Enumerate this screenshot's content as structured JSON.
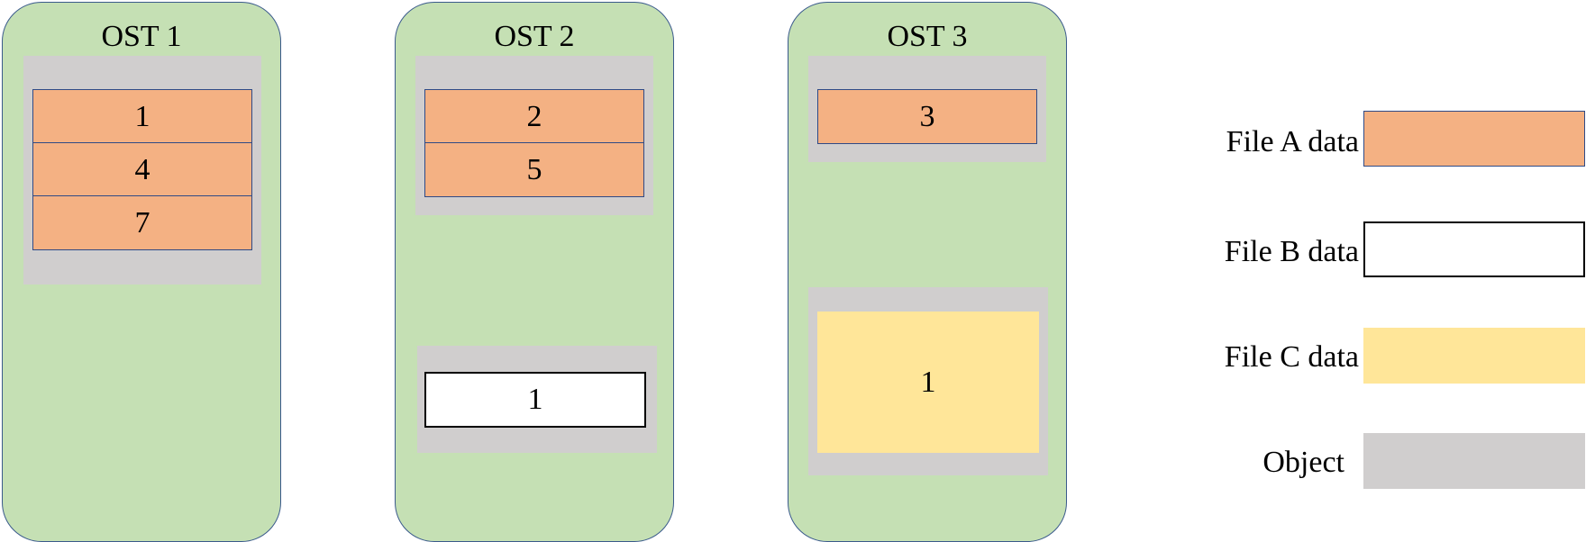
{
  "osts": [
    {
      "title": "OST 1",
      "file_a_chunks": [
        "1",
        "4",
        "7"
      ]
    },
    {
      "title": "OST 2",
      "file_a_chunks": [
        "2",
        "5"
      ],
      "file_b_chunks": [
        "1"
      ]
    },
    {
      "title": "OST 3",
      "file_a_chunks": [
        "3"
      ],
      "file_c_chunks": [
        "1"
      ]
    }
  ],
  "legend": {
    "file_a": {
      "label": "File A data",
      "color": "#f4b183"
    },
    "file_b": {
      "label": "File B data",
      "color": "#ffffff"
    },
    "file_c": {
      "label": "File C data",
      "color": "#ffe699"
    },
    "object": {
      "label": "Object",
      "color": "#d0cece"
    }
  },
  "colors": {
    "ost_fill": "#c5e0b4",
    "ost_border": "#3a5a8c",
    "chunk_border": "#2f4a86"
  }
}
